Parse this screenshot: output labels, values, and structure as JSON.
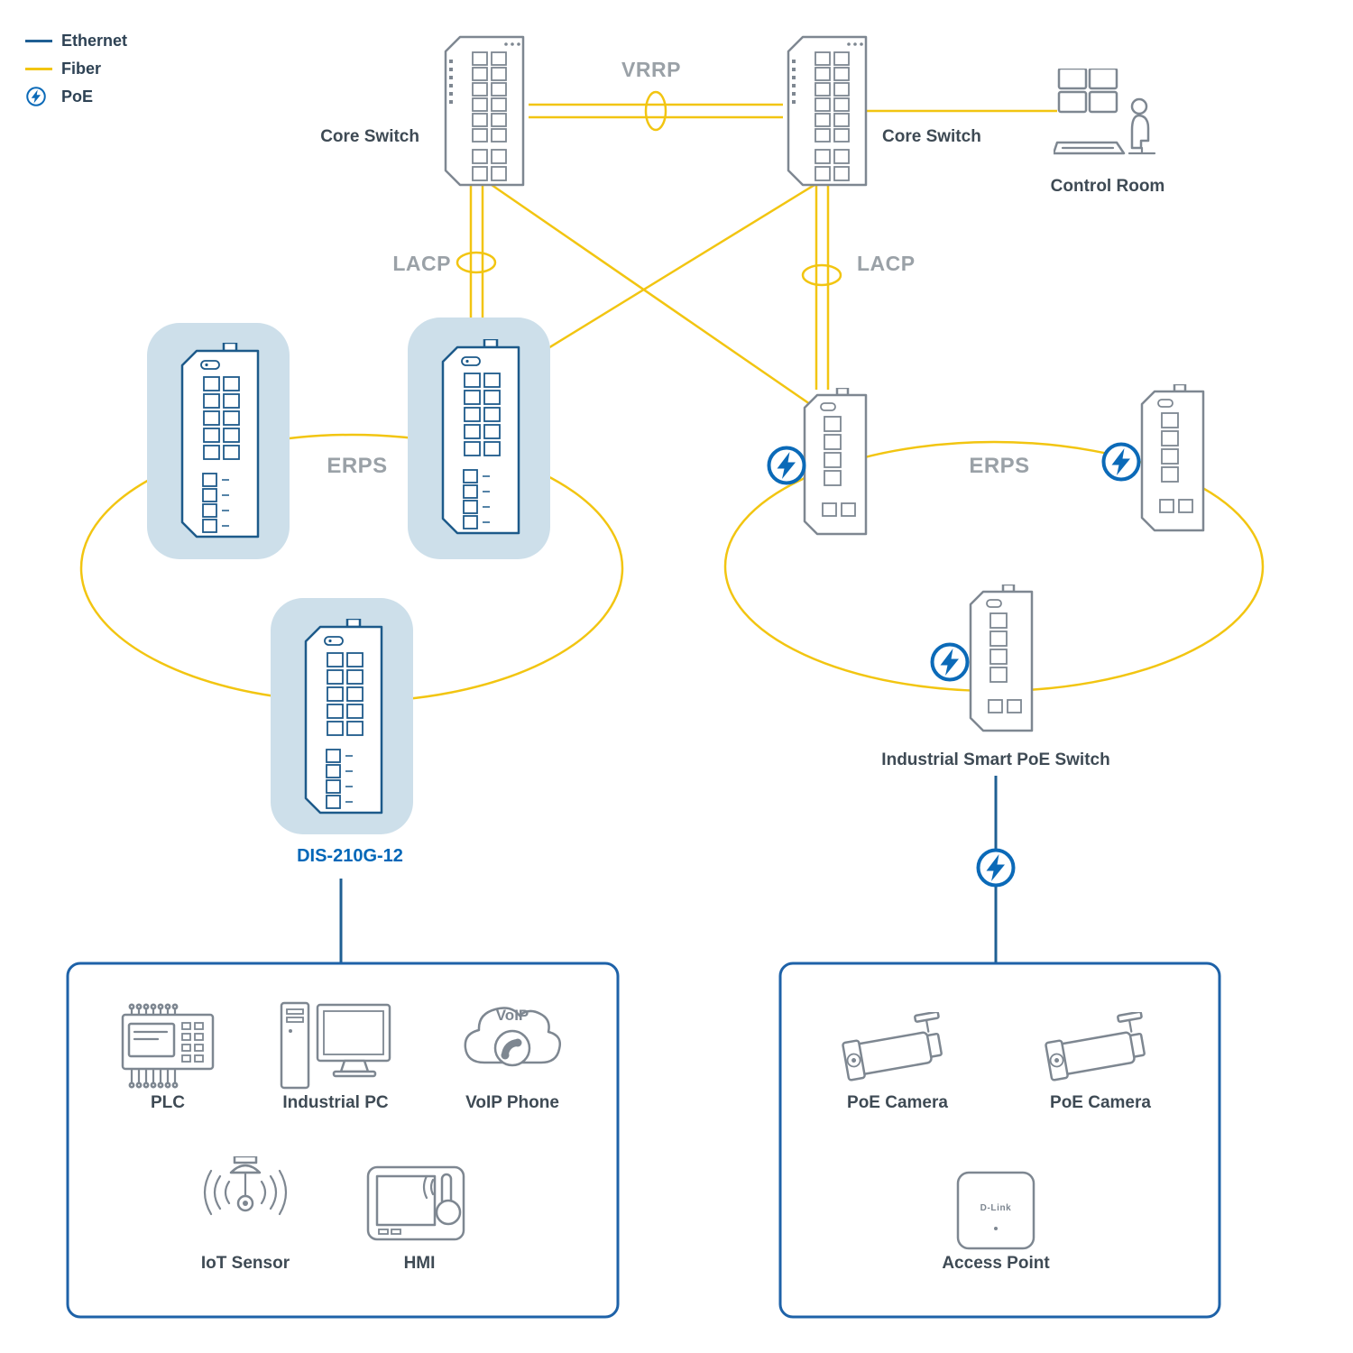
{
  "colors": {
    "fiber": "#F2C511",
    "ethernet": "#1F5F93",
    "poe_blue": "#0B6AB8",
    "highlight_blue": "#CDDFEA",
    "outline_gray": "#7E8791",
    "label_dark": "#3E4A54",
    "label_gray": "#9AA1A7",
    "dis_blue": "#0067B8",
    "box_border": "#1E62A8"
  },
  "legend": {
    "items": [
      {
        "label": "Ethernet"
      },
      {
        "label": "Fiber"
      },
      {
        "label": "PoE"
      }
    ]
  },
  "topology": {
    "vrrp": "VRRP",
    "lacp_left": "LACP",
    "lacp_right": "LACP",
    "erps_left": "ERPS",
    "erps_right": "ERPS",
    "core_switch_left": "Core Switch",
    "core_switch_right": "Core Switch",
    "control_room": "Control Room",
    "dis_switch": "DIS-210G-12",
    "poe_switch_label": "Industrial Smart PoE Switch"
  },
  "left_devices": {
    "plc": "PLC",
    "industrial_pc": "Industrial PC",
    "voip_phone": "VoIP Phone",
    "voip_cloud": "VoIP",
    "iot_sensor": "IoT Sensor",
    "hmi": "HMI"
  },
  "right_devices": {
    "camera1": "PoE Camera",
    "camera2": "PoE Camera",
    "access_point": "Access Point",
    "ap_brand": "D-Link"
  }
}
